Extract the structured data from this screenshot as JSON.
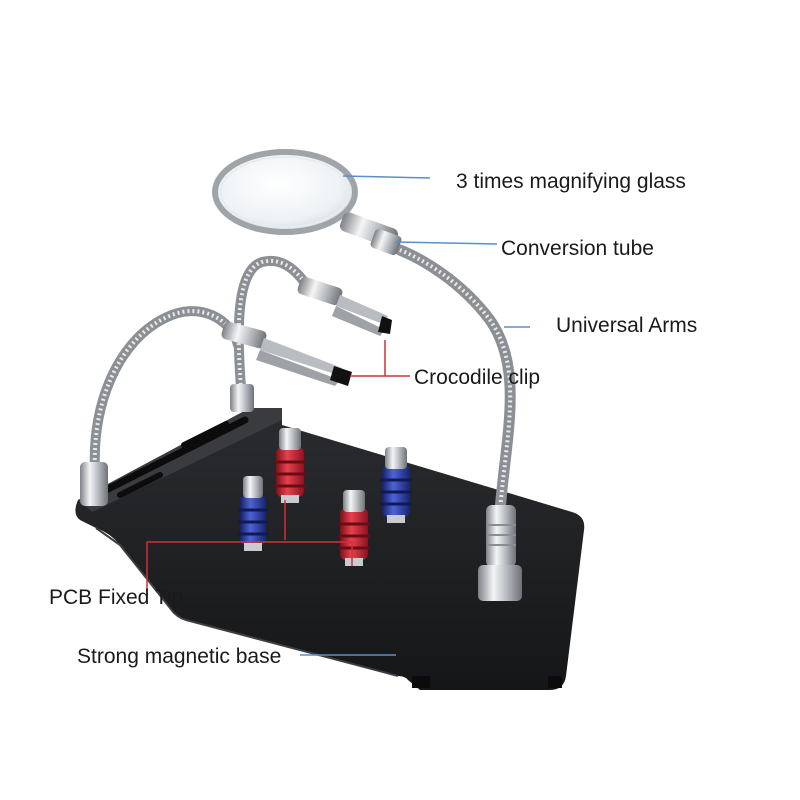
{
  "labels": {
    "magnifying_glass": "3 times magnifying glass",
    "conversion_tube": "Conversion tube",
    "universal_arms": "Universal Arms",
    "crocodile_clip": "Crocodile clip",
    "pcb_fixed_tip": "PCB Fixed Tip",
    "magnetic_base": "Strong magnetic base"
  },
  "colors": {
    "leader_blue": "#5b8fc8",
    "leader_red": "#d0303a",
    "base_black": "#1c1d1f",
    "post_red": "#c21f2e",
    "post_blue": "#2a3fa8",
    "chrome": "#c8cbcf"
  }
}
